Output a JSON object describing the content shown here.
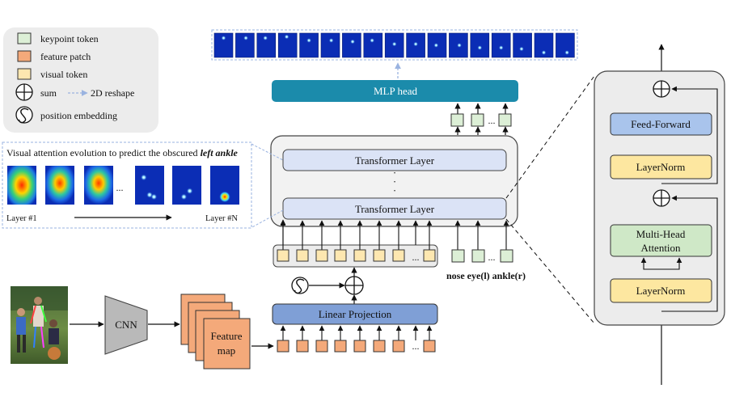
{
  "colors": {
    "keypoint_token": "#dcefd6",
    "feature_patch": "#f4a97a",
    "visual_token": "#fde7b0",
    "mlp_head": "#1b8bab",
    "linear_projection": "#7f9fd6",
    "transformer_layer": "#dbe3f6",
    "feed_forward": "#a9c4ec",
    "layernorm": "#fde7a0",
    "multi_head_attention": "#cfe8c7",
    "heatmap_blue": "#0b2db5"
  },
  "legend": {
    "keypoint_token": "keypoint token",
    "feature_patch": "feature patch",
    "visual_token": "visual token",
    "sum": "sum",
    "reshape": "2D reshape",
    "position_embedding": "position embedding"
  },
  "mlp_head": "MLP head",
  "transformer": {
    "layer_top": "Transformer Layer",
    "layer_bottom": "Transformer Layer",
    "vdots": "⋮"
  },
  "attention_panel": {
    "title_prefix": "Visual attention evolution to predict the obscured ",
    "title_emph": "left ankle",
    "layer_first": "Layer #1",
    "layer_last": "Layer #N",
    "ellipsis": "..."
  },
  "cnn": "CNN",
  "feature_map": {
    "line1": "Feature",
    "line2": "map"
  },
  "linear_projection": "Linear Projection",
  "keypoint_labels": "nose eye(l) ankle(r)",
  "ellipsis": "...",
  "encoder_block": {
    "feed_forward": "Feed-Forward",
    "layernorm_top": "LayerNorm",
    "mha_line1": "Multi-Head",
    "mha_line2": "Attention",
    "layernorm_bottom": "LayerNorm"
  }
}
